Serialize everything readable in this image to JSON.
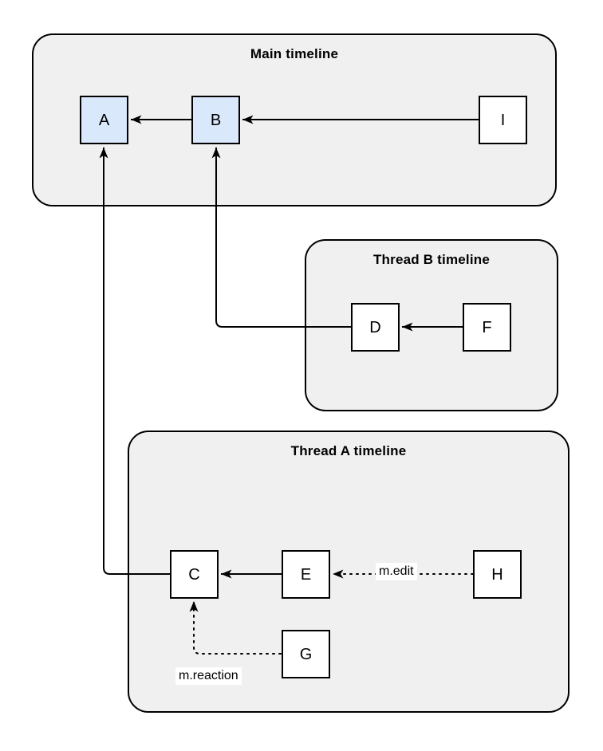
{
  "diagram": {
    "colors": {
      "background": "#ffffff",
      "container_fill": "#f0f0f0",
      "container_stroke": "#000000",
      "node_fill_highlight": "#dae8fc",
      "node_fill_default": "#ffffff",
      "node_stroke": "#000000",
      "edge_color": "#000000",
      "text_color": "#000000"
    },
    "containers": [
      {
        "id": "main",
        "title": "Main timeline"
      },
      {
        "id": "thread-b",
        "title": "Thread B timeline"
      },
      {
        "id": "thread-a",
        "title": "Thread A timeline"
      }
    ],
    "nodes": [
      {
        "id": "A",
        "label": "A",
        "container": "main",
        "highlighted": true
      },
      {
        "id": "B",
        "label": "B",
        "container": "main",
        "highlighted": true
      },
      {
        "id": "I",
        "label": "I",
        "container": "main",
        "highlighted": false
      },
      {
        "id": "D",
        "label": "D",
        "container": "thread-b",
        "highlighted": false
      },
      {
        "id": "F",
        "label": "F",
        "container": "thread-b",
        "highlighted": false
      },
      {
        "id": "C",
        "label": "C",
        "container": "thread-a",
        "highlighted": false
      },
      {
        "id": "E",
        "label": "E",
        "container": "thread-a",
        "highlighted": false
      },
      {
        "id": "H",
        "label": "H",
        "container": "thread-a",
        "highlighted": false
      },
      {
        "id": "G",
        "label": "G",
        "container": "thread-a",
        "highlighted": false
      }
    ],
    "edges": [
      {
        "from": "B",
        "to": "A",
        "style": "solid",
        "label": ""
      },
      {
        "from": "I",
        "to": "B",
        "style": "solid",
        "label": ""
      },
      {
        "from": "F",
        "to": "D",
        "style": "solid",
        "label": ""
      },
      {
        "from": "D",
        "to": "B",
        "style": "solid",
        "label": ""
      },
      {
        "from": "E",
        "to": "C",
        "style": "solid",
        "label": ""
      },
      {
        "from": "C",
        "to": "A",
        "style": "solid",
        "label": ""
      },
      {
        "from": "H",
        "to": "E",
        "style": "dotted",
        "label": "m.edit"
      },
      {
        "from": "G",
        "to": "C",
        "style": "dotted",
        "label": "m.reaction"
      }
    ]
  }
}
